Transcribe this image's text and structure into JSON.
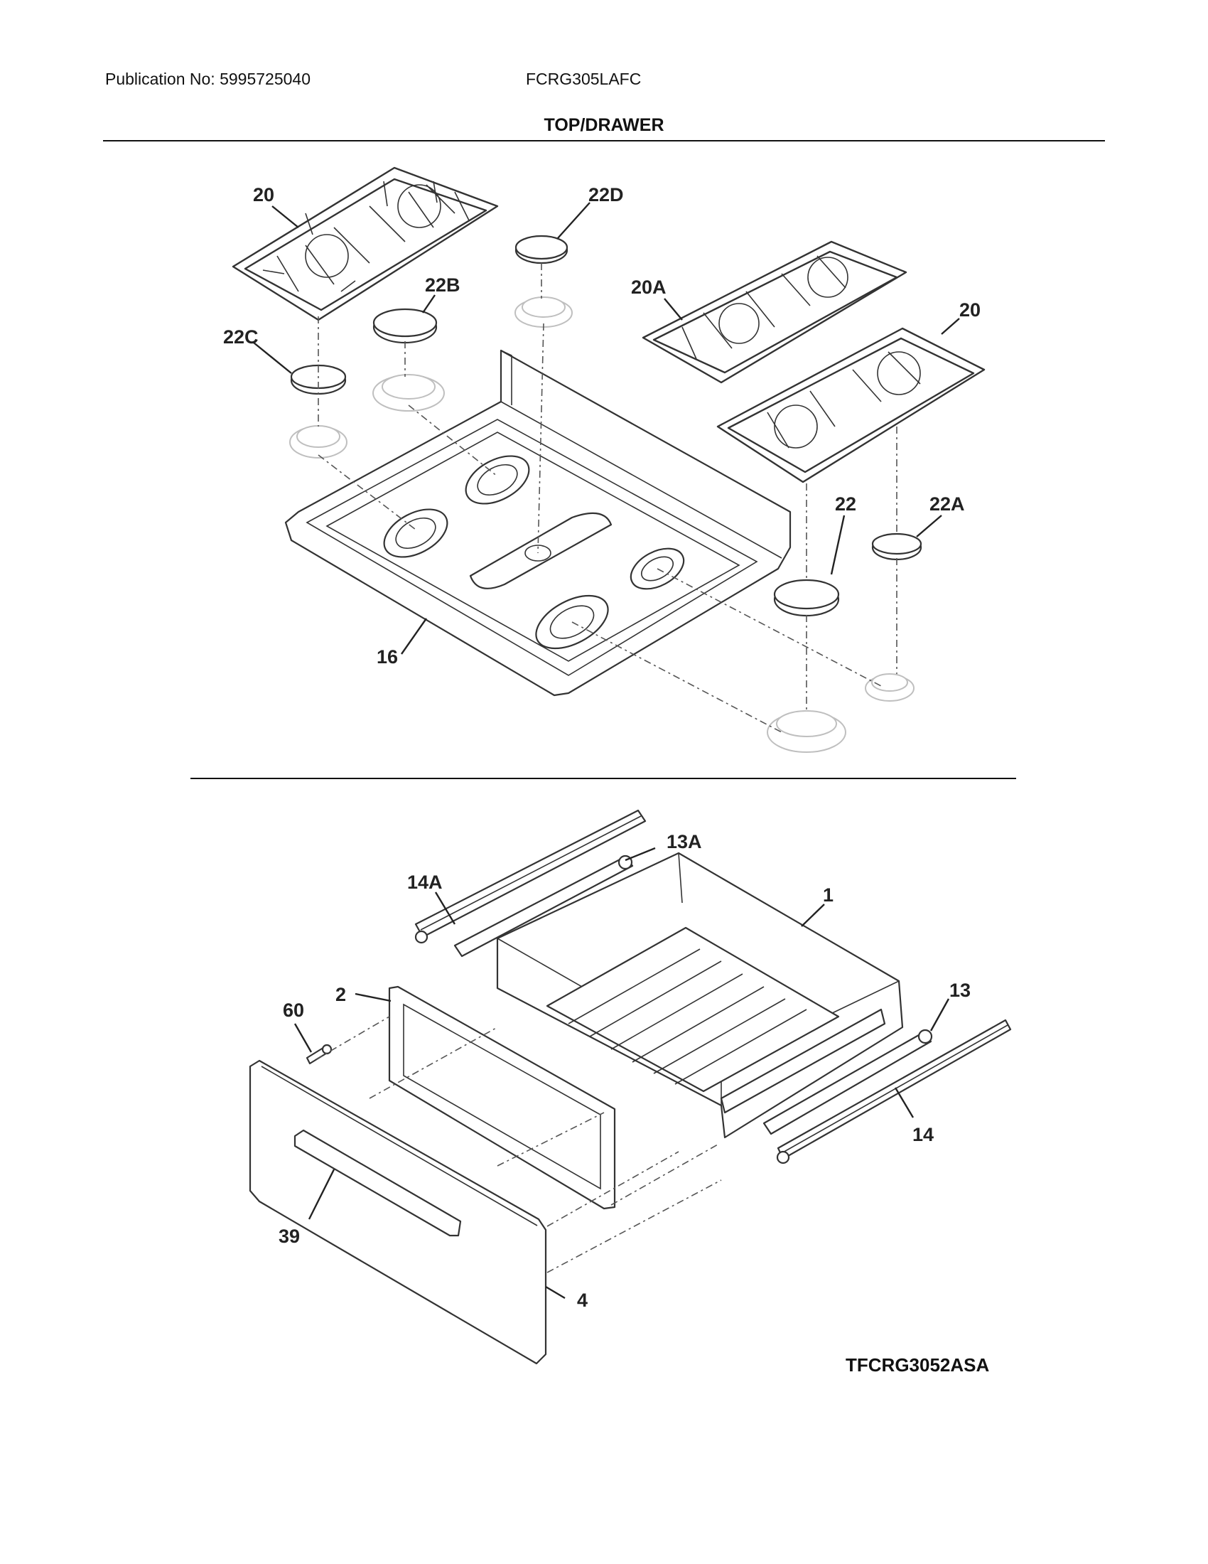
{
  "header": {
    "publication": "Publication No: 5995725040",
    "model": "FCRG305LAFC",
    "section_title": "TOP/DRAWER"
  },
  "diagram_code": "TFCRG3052ASA",
  "callouts": {
    "c20_left": "20",
    "c22D": "22D",
    "c22B": "22B",
    "c20A": "20A",
    "c20_right": "20",
    "c22C": "22C",
    "c22": "22",
    "c22A": "22A",
    "c16": "16",
    "c13A": "13A",
    "c14A": "14A",
    "c1": "1",
    "c60": "60",
    "c2": "2",
    "c13": "13",
    "c14": "14",
    "c39": "39",
    "c4": "4"
  }
}
